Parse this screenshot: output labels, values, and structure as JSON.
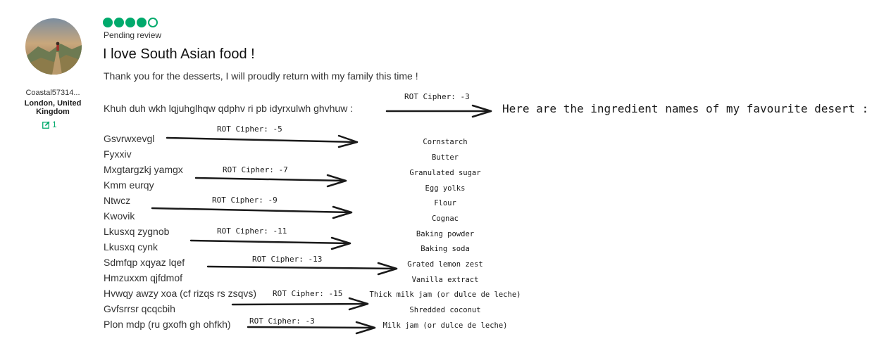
{
  "review": {
    "username": "Coastal57314...",
    "location": "London, United Kingdom",
    "contributions": "1",
    "rating": 4,
    "rating_max": 5,
    "status": "Pending review",
    "title": "I love South Asian food !",
    "intro": "Thank you for the desserts, I will proudly return with my family this time !"
  },
  "cipher_lines": [
    "Khuh duh wkh lqjuhglhqw qdphv ri pb idyrxulwh ghvhuw :",
    "Gsvrwxevgl",
    "Fyxxiv",
    "Mxgtargzkj yamgx",
    "Kmm eurqy",
    "Ntwcz",
    "Kwovik",
    "Lkusxq zygnob",
    "Lkusxq cynk",
    "Sdmfqp xqyaz lqef",
    "Hmzuxxm qjfdmof",
    "Hvwqy awzy xoa (cf rizqs rs zsqvs)",
    "Gvfsrrsr qcqcbih",
    "Plon mdp (ru gxofh gh ohfkh)"
  ],
  "rot_labels": [
    "ROT Cipher: -3",
    "ROT Cipher: -5",
    "ROT Cipher: -7",
    "ROT Cipher: -9",
    "ROT Cipher: -11",
    "ROT Cipher: -13",
    "ROT Cipher: -15",
    "ROT Cipher: -3"
  ],
  "headline": "Here are the ingredient names of my favourite desert :",
  "ingredients": [
    "Cornstarch",
    "Butter",
    "Granulated sugar",
    "Egg yolks",
    "Flour",
    "Cognac",
    "Baking powder",
    "Baking soda",
    "Grated lemon zest",
    "Vanilla extract",
    "Thick milk jam (or dulce de leche)",
    "Shredded coconut",
    "Milk jam (or dulce de leche)"
  ]
}
